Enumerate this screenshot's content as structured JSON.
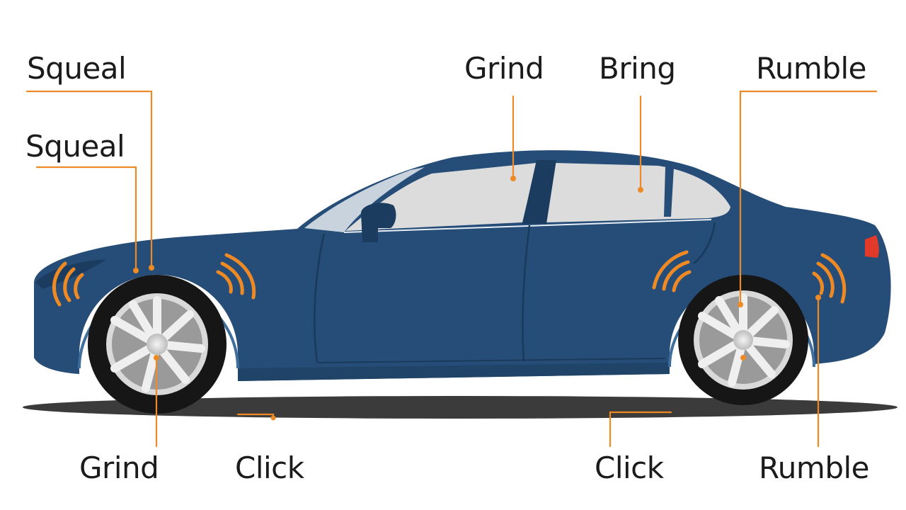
{
  "labels": {
    "squeal_top": "Squeal",
    "squeal_mid": "Squeal",
    "grind_top": "Grind",
    "bring_top": "Bring",
    "rumble_top": "Rumble",
    "grind_bottom": "Grind",
    "click_bottom_left": "Click",
    "click_bottom_right": "Click",
    "rumble_bottom": "Rumble"
  },
  "colors": {
    "body": "#254d78",
    "body_dark": "#1b3c5f",
    "glass": "#dcdcdc",
    "accent": "#ee8a25",
    "tire": "#161616",
    "rim": "#e2e2e2",
    "shadow": "#3b3b3b",
    "text": "#1b1b1b"
  },
  "icons": [
    "sound-wave-icon"
  ]
}
